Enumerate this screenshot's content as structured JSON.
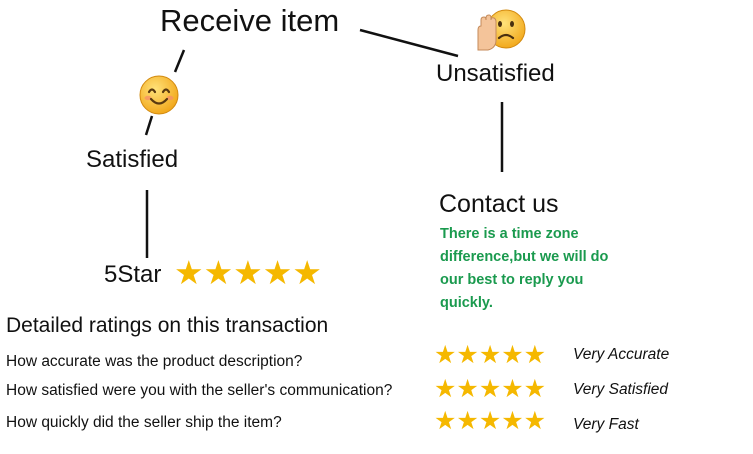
{
  "diagram": {
    "receive_item": "Receive item",
    "satisfied": "Satisfied",
    "unsatisfied": "Unsatisfied",
    "contact_us": "Contact us",
    "note": "There is a time zone difference,but we will do our best to reply you quickly.",
    "five_star": "5Star",
    "five_star_stars": "★★★★★"
  },
  "ratings": {
    "heading": "Detailed ratings on this transaction",
    "rows": [
      {
        "question": "How accurate was the product description?",
        "stars": "★★★★★",
        "label": "Very Accurate"
      },
      {
        "question": "How satisfied were you with the seller's communication?",
        "stars": "★★★★★",
        "label": "Very Satisfied"
      },
      {
        "question": "How quickly did the seller ship the item?",
        "stars": "★★★★★",
        "label": "Very Fast"
      }
    ]
  },
  "colors": {
    "note_text": "#1a9a4e",
    "star": "#f5b800",
    "connector": "#111111",
    "emoji_face": "#f7c23a"
  },
  "icons": [
    "smiling-face-icon",
    "frowning-face-raised-hand-icon"
  ]
}
